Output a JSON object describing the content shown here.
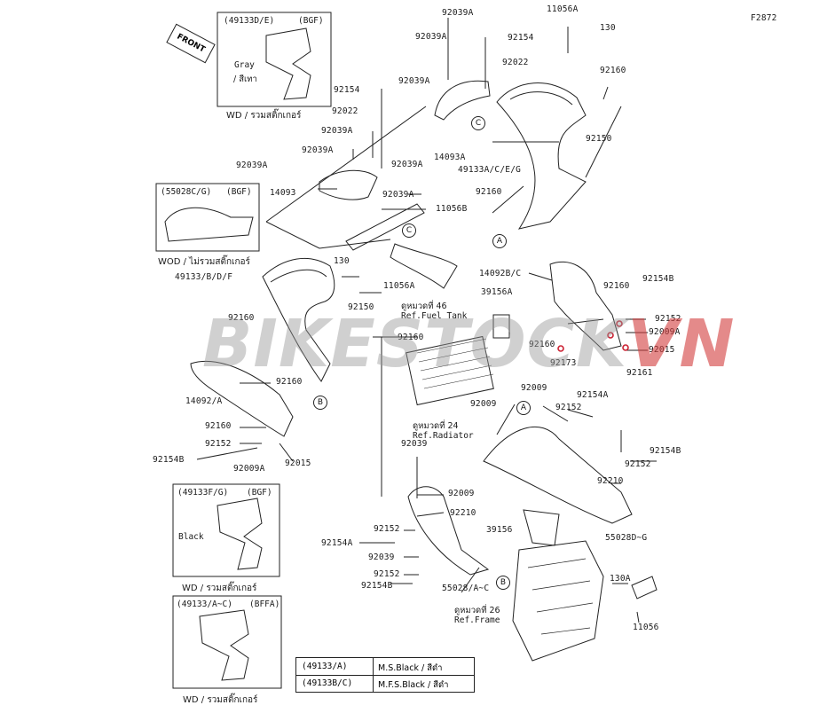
{
  "figure_code": "F2872",
  "front_tag": "FRONT",
  "watermark": {
    "main": "BIKESTOCK",
    "suffix": "VN"
  },
  "boxes": [
    {
      "code": "(49133D/E)",
      "variant": "(BGF)",
      "inner": [
        "Gray",
        "/ สีเทา"
      ],
      "footer": "WD / รวมสติ๊กเกอร์"
    },
    {
      "code": "(55028C/G)",
      "variant": "(BGF)",
      "inner": [],
      "footer": "WOD / ไม่รวมสติ๊กเกอร์"
    },
    {
      "code": "(49133F/G)",
      "variant": "(BGF)",
      "inner": [
        "Black"
      ],
      "footer": "WD / รวมสติ๊กเกอร์"
    },
    {
      "code": "(49133/A~C)",
      "variant": "(BFFA)",
      "inner": [],
      "footer": "WD / รวมสติ๊กเกอร์"
    }
  ],
  "part_labels": [
    "92039A",
    "11056A",
    "130",
    "92154",
    "92022",
    "92039A",
    "92039A",
    "92160",
    "92150",
    "14093A",
    "92039A",
    "49133A/C/E/G",
    "92160",
    "92154",
    "92022",
    "92039A",
    "92039A",
    "92039A",
    "14093",
    "92039A",
    "11056B",
    "130",
    "11056A",
    "49133/B/D/F",
    "92150",
    "14092B/C",
    "92160",
    "92154B",
    "39156A",
    "92152",
    "92009A",
    "92160",
    "92015",
    "92173",
    "92161",
    "92160",
    "92160",
    "92160",
    "14092/A",
    "92160",
    "92152",
    "92154B",
    "92009A",
    "92015",
    "92009",
    "92154A",
    "92009",
    "92152",
    "92039",
    "92154B",
    "92152",
    "92210",
    "92009",
    "92210",
    "39156",
    "55028D~G",
    "92152",
    "92154A",
    "92039",
    "92152",
    "92154B",
    "55028/A~C",
    "130A",
    "11056"
  ],
  "callouts": [
    "C",
    "A",
    "C",
    "B",
    "A",
    "B"
  ],
  "refs": [
    [
      "ดูหมวดที่ 46",
      "Ref.Fuel Tank"
    ],
    [
      "ดูหมวดที่ 24",
      "Ref.Radiator"
    ],
    [
      "ดูหมวดที่ 26",
      "Ref.Frame"
    ]
  ],
  "legend": [
    {
      "code": "(49133/A)",
      "desc": "M.S.Black / สีดำ"
    },
    {
      "code": "(49133B/C)",
      "desc": "M.F.S.Black / สีดำ"
    }
  ]
}
